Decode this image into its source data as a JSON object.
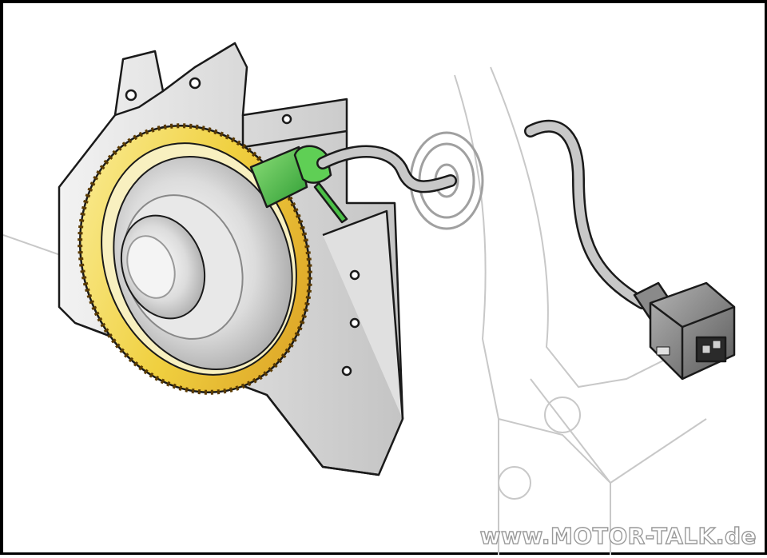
{
  "figure": {
    "subject": "Crankshaft position sensor with toothed reluctor ring and electrical connector",
    "components": [
      {
        "name": "engine-block-housing",
        "color": "#d9d9d9"
      },
      {
        "name": "toothed-reluctor-ring",
        "color": "#e8c020"
      },
      {
        "name": "crankshaft-pulley-hub",
        "color": "#e4e4e4"
      },
      {
        "name": "sensor-body",
        "color": "#4bbf47"
      },
      {
        "name": "sensor-cable",
        "color": "#a8a8a8"
      },
      {
        "name": "grommet",
        "color": "#c8c8c8"
      },
      {
        "name": "electrical-connector",
        "color": "#8a8a8a"
      },
      {
        "name": "transmission-outline",
        "color": "#cfcfcf"
      }
    ]
  },
  "watermark": {
    "text": "www.MOTOR-TALK.de"
  },
  "colors": {
    "frame": "#000000",
    "background": "#ffffff",
    "gear_yellow": "#f0d040",
    "gear_orange": "#d89a20",
    "sensor_green": "#4bbf47",
    "metal_light": "#ececec",
    "metal_mid": "#c8c8c8",
    "outline": "#1a1a1a"
  }
}
